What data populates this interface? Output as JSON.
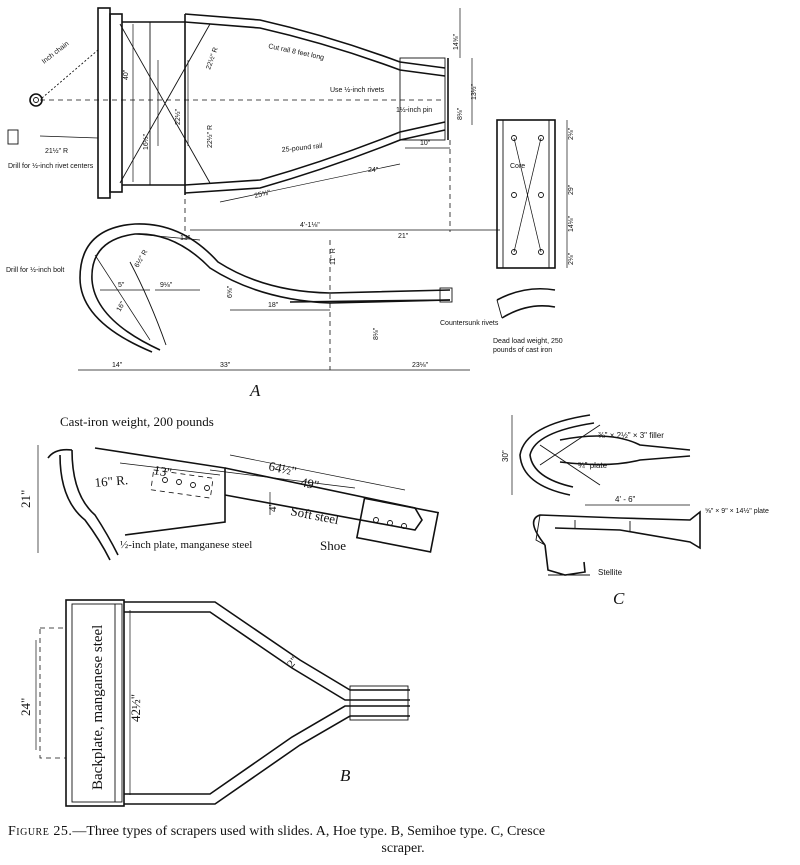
{
  "figure": {
    "caption": {
      "prefix": "Figure 25.",
      "line1": "—Three types of scrapers used with slides. A, Hoe type. B, Semihoe type. C, Cresce",
      "line2": "scraper."
    }
  },
  "panel_a": {
    "label": "A",
    "texts": {
      "inch_chain": "Inch chain",
      "cut_rail": "Cut rail 8 feet long",
      "use_rivets": "Use ½-inch rivets",
      "pin": "1½-inch pin",
      "pound_rail": "25-pound rail",
      "drill_rivet": "Drill for ½-inch rivet centers",
      "drill_bolt": "Drill for ½-inch bolt",
      "countersunk": "Countersunk rivets",
      "core": "Core",
      "dead_load": "Dead load weight, 250 pounds of cast iron",
      "r_21": "21½\" R",
      "r_22a": "22½\" R",
      "r_22b": "22½\" R",
      "r_11": "11\" R",
      "r_6": "6½\" R",
      "d_40": "40\"",
      "d_16": "16½\"",
      "d_22": "22½\"",
      "d_14top": "14⅝\"",
      "d_13top": "13½\"",
      "d_8": "8⅛\"",
      "d_10": "10\"",
      "d_24": "24\"",
      "d_25": "25⅝\"",
      "d_41": "4'-1⅛\"",
      "d_21": "21\"",
      "d_13": "13\"",
      "d_5": "5\"",
      "d_9": "9⅛\"",
      "d_18": "18\"",
      "d_6": "6⅝\"",
      "d_16b": "16\"",
      "d_8b": "8⅛\"",
      "d_14": "14\"",
      "d_33": "33\"",
      "d_23": "23⅛\"",
      "d_29": "29\"",
      "d_14b": "14⅛\"",
      "d_2a": "2⅛\"",
      "d_2b": "2⅛\""
    }
  },
  "panel_b": {
    "label": "B",
    "texts": {
      "weight": "Cast-iron weight, 200 pounds",
      "r16": "16\" R.",
      "d13": "13\"",
      "d64": "64½\"",
      "d49": "49\"",
      "d4": "4\"",
      "d21": "21\"",
      "soft_steel": "Soft steel",
      "shoe": "Shoe",
      "plate": "½-inch plate, manganese steel",
      "backplate": "Backplate, manganese steel",
      "d24": "24\"",
      "d42": "42½\"",
      "d2": "2\""
    }
  },
  "panel_c": {
    "label": "C",
    "texts": {
      "filler": "⅜\" × 2½\" × 3\" filler",
      "plate": "¾\" plate",
      "d30": "30\"",
      "d46": "4' - 6\"",
      "plate2": "⅝\" × 9\" × 14½\" plate",
      "stellite": "Stellite"
    }
  }
}
